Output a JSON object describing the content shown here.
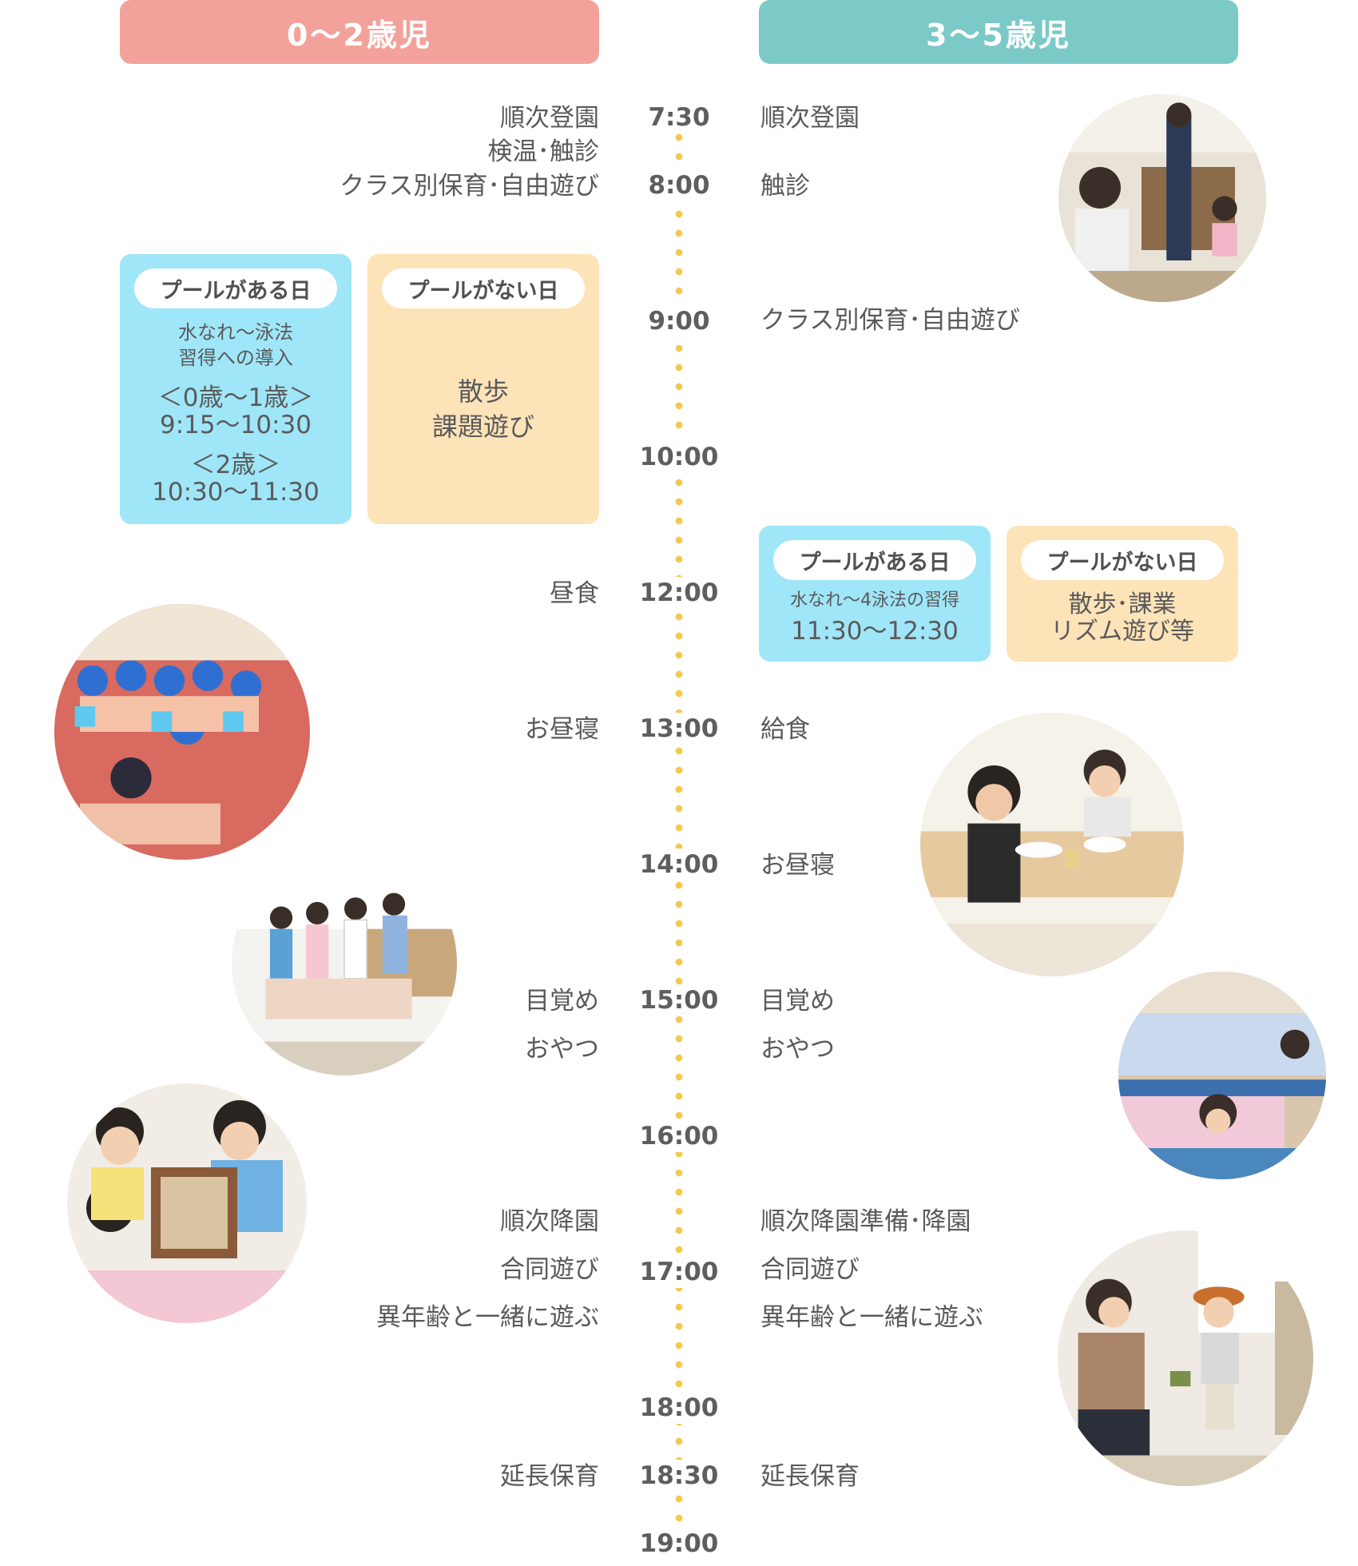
{
  "headers": {
    "left": "0〜2歳児",
    "right": "3〜5歳児"
  },
  "times": [
    "7:30",
    "8:00",
    "9:00",
    "10:00",
    "12:00",
    "13:00",
    "14:00",
    "15:00",
    "16:00",
    "17:00",
    "18:00",
    "18:30",
    "19:00"
  ],
  "left_col": {
    "arrival": "順次登園",
    "check": "検温･触診",
    "class_play": "クラス別保育･自由遊び",
    "lunch": "昼食",
    "nap": "お昼寝",
    "wake": "目覚め",
    "snack": "おやつ",
    "leave": "順次降園",
    "joint": "合同遊び",
    "mixed": "異年齢と一緒に遊ぶ",
    "extended": "延長保育"
  },
  "right_col": {
    "arrival": "順次登園",
    "check": "触診",
    "class_play": "クラス別保育･自由遊び",
    "lunch": "給食",
    "nap": "お昼寝",
    "wake": "目覚め",
    "snack": "おやつ",
    "leave": "順次降園準備･降園",
    "joint": "合同遊び",
    "mixed": "異年齢と一緒に遊ぶ",
    "extended": "延長保育"
  },
  "left_pool": {
    "label": "プールがある日",
    "line1": "水なれ〜泳法",
    "line2": "習得への導入",
    "age1": "＜0歳〜1歳＞",
    "time1": "9:15〜10:30",
    "age2": "＜2歳＞",
    "time2": "10:30〜11:30"
  },
  "left_nopool": {
    "label": "プールがない日",
    "line1": "散歩",
    "line2": "課題遊び"
  },
  "right_pool": {
    "label": "プールがある日",
    "line1": "水なれ〜4泳法の習得",
    "time": "11:30〜12:30"
  },
  "right_nopool": {
    "label": "プールがない日",
    "line1": "散歩･課業",
    "line2": "リズム遊び等"
  },
  "colors": {
    "left_header": "#f2a29a",
    "right_header": "#7ccac7",
    "pool_box": "#9fe6f8",
    "nopool_box": "#fde3b8",
    "timeline_dots": "#f5c84c"
  }
}
